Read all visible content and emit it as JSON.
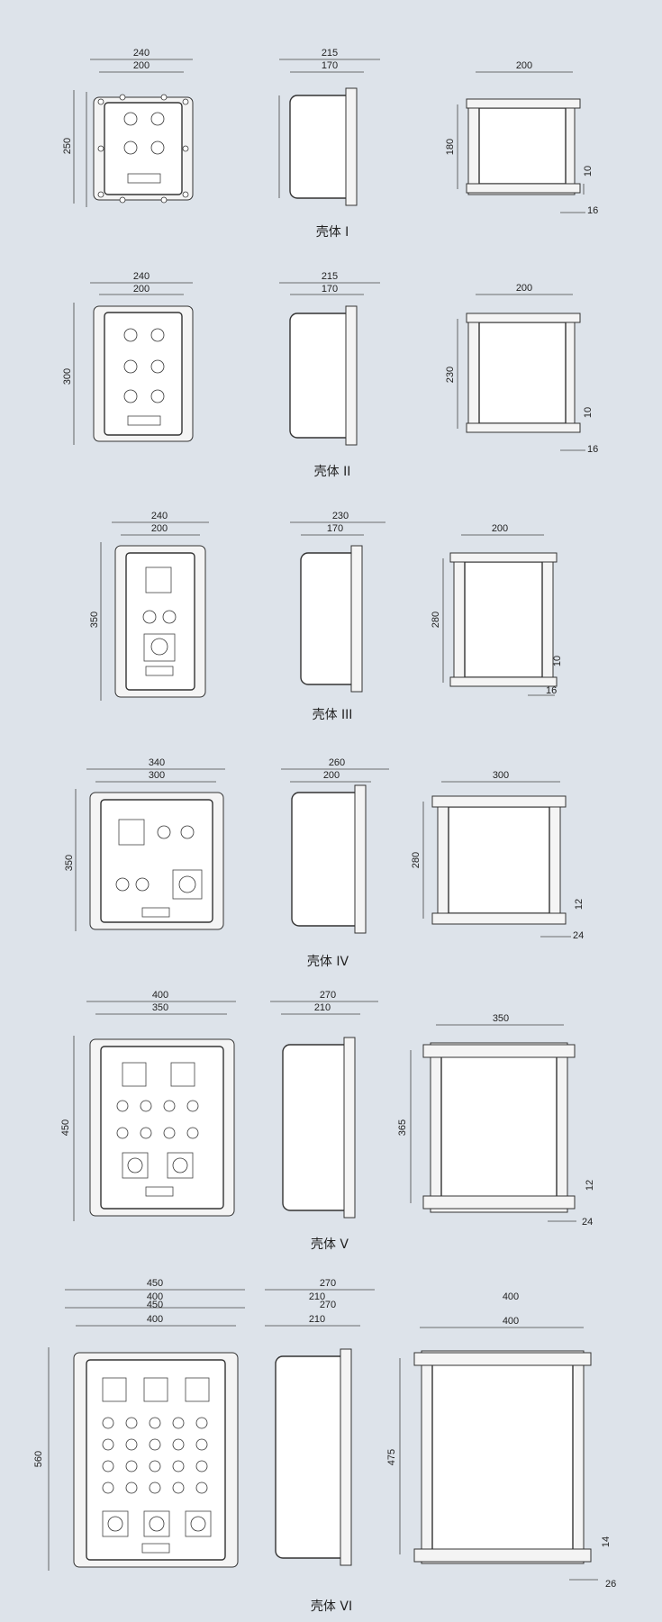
{
  "enclosures": [
    {
      "caption": "壳体 I",
      "front_w_outer": "240",
      "front_w_inner": "200",
      "front_h": "250",
      "side_w_outer": "215",
      "side_w_inner": "170",
      "rear_w": "200",
      "rear_h": "180",
      "bracket_h": "10",
      "bracket_w": "16"
    },
    {
      "caption": "壳体 II",
      "front_w_outer": "240",
      "front_w_inner": "200",
      "front_h": "300",
      "side_w_outer": "215",
      "side_w_inner": "170",
      "rear_w": "200",
      "rear_h": "230",
      "bracket_h": "10",
      "bracket_w": "16"
    },
    {
      "caption": "壳体 III",
      "front_w_outer": "240",
      "front_w_inner": "200",
      "front_h": "350",
      "side_w_outer": "230",
      "side_w_inner": "170",
      "rear_w": "200",
      "rear_h": "280",
      "bracket_h": "10",
      "bracket_w": "16"
    },
    {
      "caption": "壳体 IV",
      "front_w_outer": "340",
      "front_w_inner": "300",
      "front_h": "350",
      "side_w_outer": "260",
      "side_w_inner": "200",
      "rear_w": "300",
      "rear_h": "280",
      "bracket_h": "12",
      "bracket_w": "24"
    },
    {
      "caption": "壳体 V",
      "front_w_outer": "400",
      "front_w_inner": "350",
      "front_h": "450",
      "side_w_outer": "270",
      "side_w_inner": "210",
      "rear_w": "350",
      "rear_h": "365",
      "bracket_h": "12",
      "bracket_w": "24"
    },
    {
      "caption": "壳体 VI",
      "front_w_outer": "450",
      "front_w_inner": "400",
      "front_h": "560",
      "side_w_outer": "270",
      "side_w_inner": "210",
      "rear_w": "400",
      "rear_h": "475",
      "bracket_h": "14",
      "bracket_w": "26",
      "ghost_front_outer": "450",
      "ghost_front_inner": "400",
      "ghost_side_outer": "210",
      "ghost_side_inner": "270",
      "ghost_rear": "400"
    }
  ]
}
